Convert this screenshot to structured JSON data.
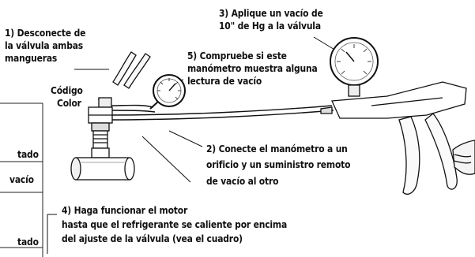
{
  "labels": {
    "step1": [
      "1) Desconecte de",
      "la válvula ambas",
      "mangueras"
    ],
    "step3": [
      "3) Aplique un vacío de",
      "10\" de Hg a la válvula"
    ],
    "step5": [
      "5) Compruebe si este",
      "manómetro muestra alguna",
      "lectura de vacío"
    ],
    "codigo": [
      "Código",
      "Color"
    ],
    "step2": [
      "2) Conecte el manómetro a un",
      "orificio y un suministro remoto",
      "de vacío al otro"
    ],
    "step4": [
      "4) Haga funcionar el motor",
      "hasta que el refrigerante se caliente por encima",
      "del ajuste de la válvula (vea el cuadro)"
    ],
    "table_fragments": [
      "tado",
      "vacío",
      "tado"
    ]
  }
}
